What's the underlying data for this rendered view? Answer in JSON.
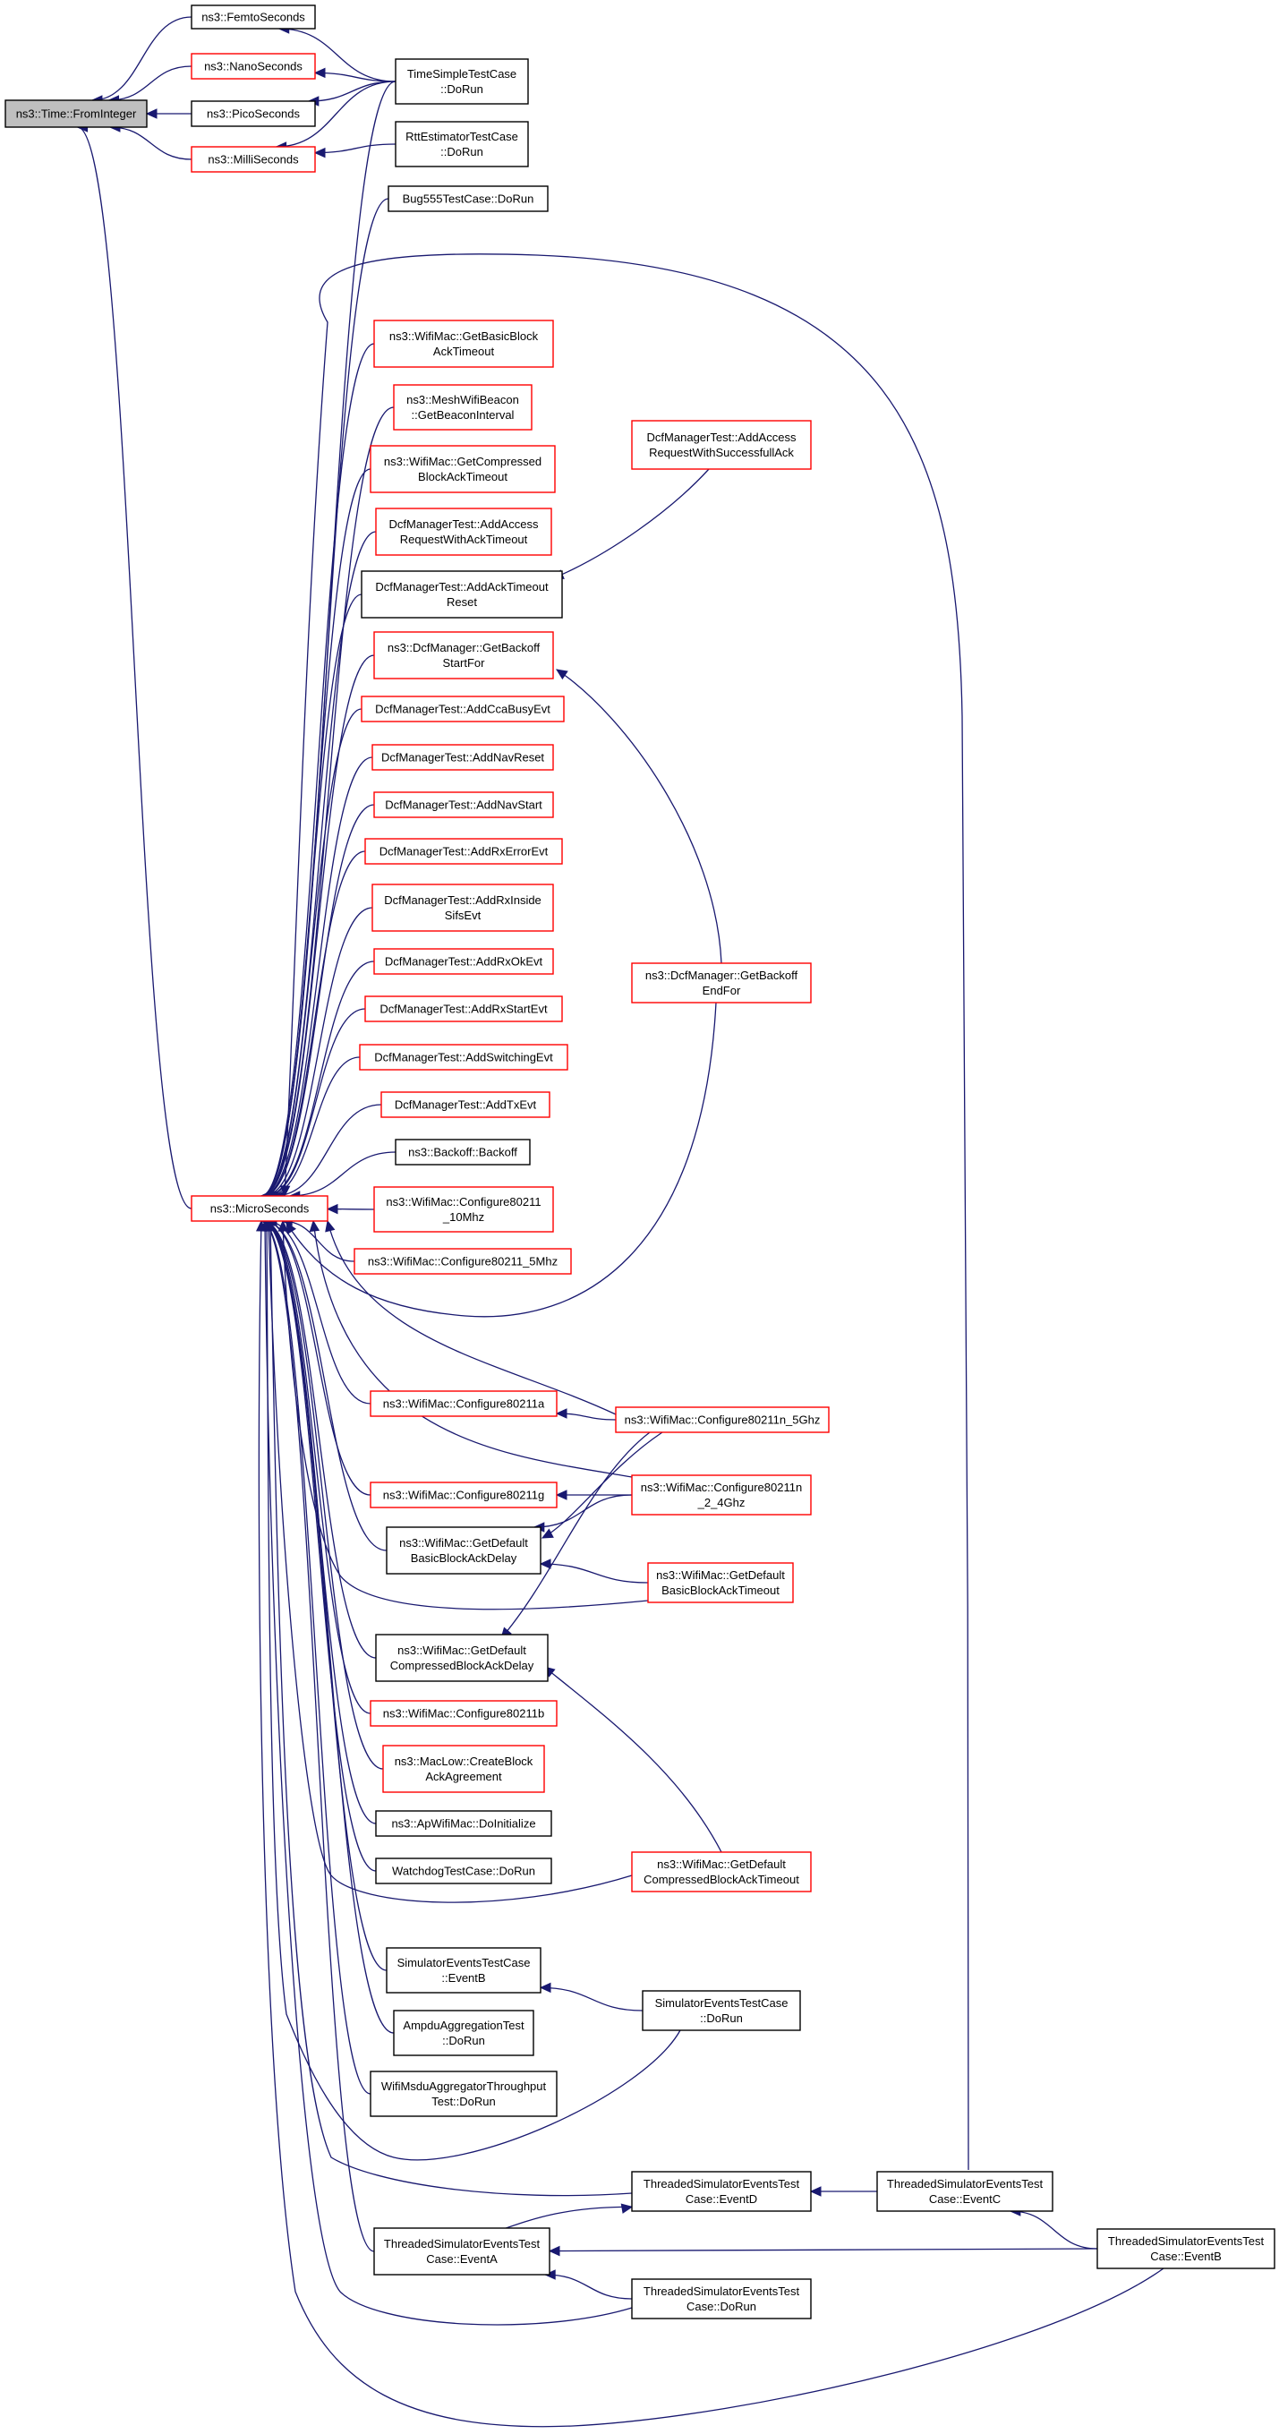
{
  "nodes": [
    {
      "id": "root",
      "lines": [
        "ns3::Time::FromInteger"
      ],
      "color": "root",
      "link": true
    },
    {
      "id": "femto",
      "lines": [
        "ns3::FemtoSeconds"
      ],
      "color": "black",
      "link": true
    },
    {
      "id": "nano",
      "lines": [
        "ns3::NanoSeconds"
      ],
      "color": "red",
      "link": true
    },
    {
      "id": "pico",
      "lines": [
        "ns3::PicoSeconds"
      ],
      "color": "black",
      "link": true
    },
    {
      "id": "milli",
      "lines": [
        "ns3::MilliSeconds"
      ],
      "color": "red",
      "link": true
    },
    {
      "id": "micro",
      "lines": [
        "ns3::MicroSeconds"
      ],
      "color": "red",
      "link": true
    },
    {
      "id": "timesimple",
      "lines": [
        "TimeSimpleTestCase",
        "::DoRun"
      ],
      "color": "black",
      "link": true
    },
    {
      "id": "rtt",
      "lines": [
        "RttEstimatorTestCase",
        "::DoRun"
      ],
      "color": "black",
      "link": true
    },
    {
      "id": "bug555",
      "lines": [
        "Bug555TestCase::DoRun"
      ],
      "color": "black",
      "link": true
    },
    {
      "id": "basicblock",
      "lines": [
        "ns3::WifiMac::GetBasicBlock",
        "AckTimeout"
      ],
      "color": "red",
      "link": true
    },
    {
      "id": "meshbeacon",
      "lines": [
        "ns3::MeshWifiBeacon",
        "::GetBeaconInterval"
      ],
      "color": "red",
      "link": true
    },
    {
      "id": "compblock",
      "lines": [
        "ns3::WifiMac::GetCompressed",
        "BlockAckTimeout"
      ],
      "color": "red",
      "link": true
    },
    {
      "id": "addaccessack",
      "lines": [
        "DcfManagerTest::AddAccess",
        "RequestWithAckTimeout"
      ],
      "color": "red",
      "link": true
    },
    {
      "id": "addacktimeoutreset",
      "lines": [
        "DcfManagerTest::AddAckTimeout",
        "Reset"
      ],
      "color": "black",
      "link": true
    },
    {
      "id": "backoffstart",
      "lines": [
        "ns3::DcfManager::GetBackoff",
        "StartFor"
      ],
      "color": "red",
      "link": true
    },
    {
      "id": "ccabusy",
      "lines": [
        "DcfManagerTest::AddCcaBusyEvt"
      ],
      "color": "red",
      "link": true
    },
    {
      "id": "navreset",
      "lines": [
        "DcfManagerTest::AddNavReset"
      ],
      "color": "red",
      "link": true
    },
    {
      "id": "navstart",
      "lines": [
        "DcfManagerTest::AddNavStart"
      ],
      "color": "red",
      "link": true
    },
    {
      "id": "rxerror",
      "lines": [
        "DcfManagerTest::AddRxErrorEvt"
      ],
      "color": "red",
      "link": true
    },
    {
      "id": "rxinside",
      "lines": [
        "DcfManagerTest::AddRxInside",
        "SifsEvt"
      ],
      "color": "red",
      "link": true
    },
    {
      "id": "rxok",
      "lines": [
        "DcfManagerTest::AddRxOkEvt"
      ],
      "color": "red",
      "link": true
    },
    {
      "id": "rxstart",
      "lines": [
        "DcfManagerTest::AddRxStartEvt"
      ],
      "color": "red",
      "link": true
    },
    {
      "id": "switching",
      "lines": [
        "DcfManagerTest::AddSwitchingEvt"
      ],
      "color": "red",
      "link": true
    },
    {
      "id": "txevt",
      "lines": [
        "DcfManagerTest::AddTxEvt"
      ],
      "color": "red",
      "link": true
    },
    {
      "id": "backoff",
      "lines": [
        "ns3::Backoff::Backoff"
      ],
      "color": "black",
      "link": true
    },
    {
      "id": "c10mhz",
      "lines": [
        "ns3::WifiMac::Configure80211",
        "_10Mhz"
      ],
      "color": "red",
      "link": true
    },
    {
      "id": "c5mhz",
      "lines": [
        "ns3::WifiMac::Configure80211_5Mhz"
      ],
      "color": "red",
      "link": true
    },
    {
      "id": "c80211a",
      "lines": [
        "ns3::WifiMac::Configure80211a"
      ],
      "color": "red",
      "link": true
    },
    {
      "id": "c80211g",
      "lines": [
        "ns3::WifiMac::Configure80211g"
      ],
      "color": "red",
      "link": true
    },
    {
      "id": "defbasicdelay",
      "lines": [
        "ns3::WifiMac::GetDefault",
        "BasicBlockAckDelay"
      ],
      "color": "black",
      "link": true
    },
    {
      "id": "defcompdelay",
      "lines": [
        "ns3::WifiMac::GetDefault",
        "CompressedBlockAckDelay"
      ],
      "color": "black",
      "link": true
    },
    {
      "id": "c80211b",
      "lines": [
        "ns3::WifiMac::Configure80211b"
      ],
      "color": "red",
      "link": true
    },
    {
      "id": "maclow",
      "lines": [
        "ns3::MacLow::CreateBlock",
        "AckAgreement"
      ],
      "color": "red",
      "link": true
    },
    {
      "id": "apwifi",
      "lines": [
        "ns3::ApWifiMac::DoInitialize"
      ],
      "color": "black",
      "link": true
    },
    {
      "id": "watchdog",
      "lines": [
        "WatchdogTestCase::DoRun"
      ],
      "color": "black",
      "link": true
    },
    {
      "id": "simeventb",
      "lines": [
        "SimulatorEventsTestCase",
        "::EventB"
      ],
      "color": "black",
      "link": true
    },
    {
      "id": "ampdu",
      "lines": [
        "AmpduAggregationTest",
        "::DoRun"
      ],
      "color": "black",
      "link": true
    },
    {
      "id": "msdu",
      "lines": [
        "WifiMsduAggregatorThroughput",
        "Test::DoRun"
      ],
      "color": "black",
      "link": true
    },
    {
      "id": "tseventa",
      "lines": [
        "ThreadedSimulatorEventsTest",
        "Case::EventA"
      ],
      "color": "black",
      "link": true
    },
    {
      "id": "accesssuccess",
      "lines": [
        "DcfManagerTest::AddAccess",
        "RequestWithSuccessfullAck"
      ],
      "color": "red",
      "link": true
    },
    {
      "id": "backoffend",
      "lines": [
        "ns3::DcfManager::GetBackoff",
        "EndFor"
      ],
      "color": "red",
      "link": true
    },
    {
      "id": "c5ghz",
      "lines": [
        "ns3::WifiMac::Configure80211n_5Ghz"
      ],
      "color": "red",
      "link": true
    },
    {
      "id": "c24ghz",
      "lines": [
        "ns3::WifiMac::Configure80211n",
        "_2_4Ghz"
      ],
      "color": "red",
      "link": true
    },
    {
      "id": "defbasictimeout",
      "lines": [
        "ns3::WifiMac::GetDefault",
        "BasicBlockAckTimeout"
      ],
      "color": "red",
      "link": true
    },
    {
      "id": "defcomptimeout",
      "lines": [
        "ns3::WifiMac::GetDefault",
        "CompressedBlockAckTimeout"
      ],
      "color": "red",
      "link": true
    },
    {
      "id": "simdorun",
      "lines": [
        "SimulatorEventsTestCase",
        "::DoRun"
      ],
      "color": "black",
      "link": true
    },
    {
      "id": "tseventd",
      "lines": [
        "ThreadedSimulatorEventsTest",
        "Case::EventD"
      ],
      "color": "black",
      "link": true
    },
    {
      "id": "tsdorun",
      "lines": [
        "ThreadedSimulatorEventsTest",
        "Case::DoRun"
      ],
      "color": "black",
      "link": true
    },
    {
      "id": "tseventc",
      "lines": [
        "ThreadedSimulatorEventsTest",
        "Case::EventC"
      ],
      "color": "black",
      "link": true
    },
    {
      "id": "tseventb",
      "lines": [
        "ThreadedSimulatorEventsTest",
        "Case::EventB"
      ],
      "color": "black",
      "link": true
    }
  ],
  "edges": [
    {
      "from": "femto",
      "to": "root"
    },
    {
      "from": "nano",
      "to": "root"
    },
    {
      "from": "pico",
      "to": "root"
    },
    {
      "from": "milli",
      "to": "root"
    },
    {
      "from": "micro",
      "to": "root"
    },
    {
      "from": "timesimple",
      "to": "femto"
    },
    {
      "from": "timesimple",
      "to": "nano"
    },
    {
      "from": "timesimple",
      "to": "pico"
    },
    {
      "from": "timesimple",
      "to": "milli"
    },
    {
      "from": "rtt",
      "to": "milli"
    },
    {
      "from": "timesimple",
      "to": "micro"
    },
    {
      "from": "bug555",
      "to": "micro"
    },
    {
      "from": "tseventc",
      "to": "micro"
    },
    {
      "from": "basicblock",
      "to": "micro"
    },
    {
      "from": "meshbeacon",
      "to": "micro"
    },
    {
      "from": "compblock",
      "to": "micro"
    },
    {
      "from": "addaccessack",
      "to": "micro"
    },
    {
      "from": "addacktimeoutreset",
      "to": "micro"
    },
    {
      "from": "backoffstart",
      "to": "micro"
    },
    {
      "from": "ccabusy",
      "to": "micro"
    },
    {
      "from": "navreset",
      "to": "micro"
    },
    {
      "from": "navstart",
      "to": "micro"
    },
    {
      "from": "rxerror",
      "to": "micro"
    },
    {
      "from": "rxinside",
      "to": "micro"
    },
    {
      "from": "rxok",
      "to": "micro"
    },
    {
      "from": "rxstart",
      "to": "micro"
    },
    {
      "from": "switching",
      "to": "micro"
    },
    {
      "from": "txevt",
      "to": "micro"
    },
    {
      "from": "backoff",
      "to": "micro"
    },
    {
      "from": "c10mhz",
      "to": "micro"
    },
    {
      "from": "c5mhz",
      "to": "micro"
    },
    {
      "from": "backoffend",
      "to": "micro"
    },
    {
      "from": "c5ghz",
      "to": "micro"
    },
    {
      "from": "c80211a",
      "to": "micro"
    },
    {
      "from": "c24ghz",
      "to": "micro"
    },
    {
      "from": "c80211g",
      "to": "micro"
    },
    {
      "from": "defbasicdelay",
      "to": "micro"
    },
    {
      "from": "defbasictimeout",
      "to": "micro"
    },
    {
      "from": "defcompdelay",
      "to": "micro"
    },
    {
      "from": "c80211b",
      "to": "micro"
    },
    {
      "from": "maclow",
      "to": "micro"
    },
    {
      "from": "apwifi",
      "to": "micro"
    },
    {
      "from": "watchdog",
      "to": "micro"
    },
    {
      "from": "defcomptimeout",
      "to": "micro"
    },
    {
      "from": "simeventb",
      "to": "micro"
    },
    {
      "from": "ampdu",
      "to": "micro"
    },
    {
      "from": "msdu",
      "to": "micro"
    },
    {
      "from": "simdorun",
      "to": "micro"
    },
    {
      "from": "tseventd",
      "to": "micro"
    },
    {
      "from": "tseventa",
      "to": "micro"
    },
    {
      "from": "tsdorun",
      "to": "micro"
    },
    {
      "from": "tseventb",
      "to": "micro"
    },
    {
      "from": "accesssuccess",
      "to": "addacktimeoutreset"
    },
    {
      "from": "backoffend",
      "to": "backoffstart"
    },
    {
      "from": "c5ghz",
      "to": "c80211a"
    },
    {
      "from": "c24ghz",
      "to": "c80211g"
    },
    {
      "from": "c5ghz",
      "to": "defbasicdelay"
    },
    {
      "from": "c24ghz",
      "to": "defbasicdelay"
    },
    {
      "from": "defbasictimeout",
      "to": "defbasicdelay"
    },
    {
      "from": "c5ghz",
      "to": "defcompdelay"
    },
    {
      "from": "defcomptimeout",
      "to": "defcompdelay"
    },
    {
      "from": "simdorun",
      "to": "simeventb"
    },
    {
      "from": "tseventa",
      "to": "tseventd"
    },
    {
      "from": "tseventc",
      "to": "tseventd"
    },
    {
      "from": "tsdorun",
      "to": "tseventa"
    },
    {
      "from": "tseventb",
      "to": "tseventa"
    },
    {
      "from": "tseventb",
      "to": "tseventc"
    }
  ]
}
